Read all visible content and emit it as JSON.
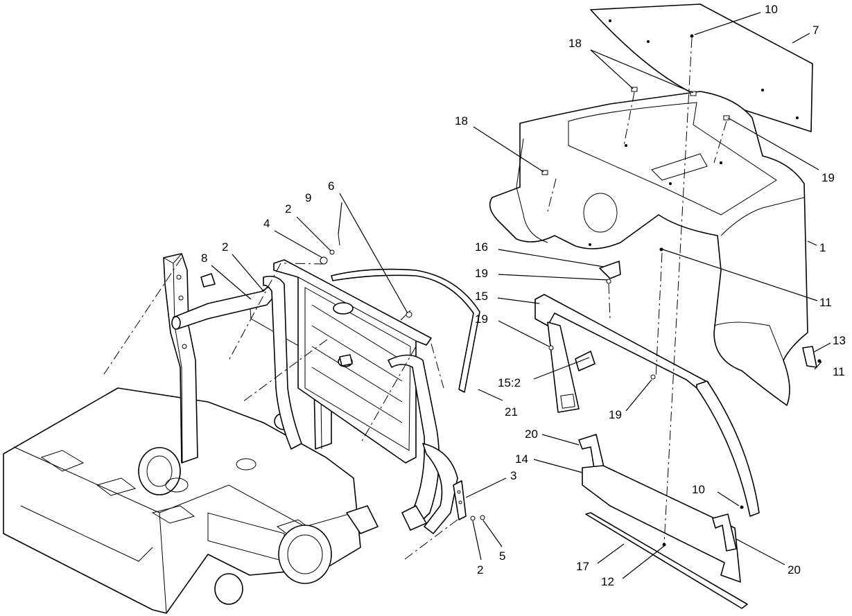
{
  "callouts": [
    {
      "id": "c-10-top",
      "text": "10"
    },
    {
      "id": "c-7",
      "text": "7"
    },
    {
      "id": "c-18-top",
      "text": "18"
    },
    {
      "id": "c-18-left",
      "text": "18"
    },
    {
      "id": "c-19-right",
      "text": "19"
    },
    {
      "id": "c-1",
      "text": "1"
    },
    {
      "id": "c-6",
      "text": "6"
    },
    {
      "id": "c-9",
      "text": "9"
    },
    {
      "id": "c-2-top",
      "text": "2"
    },
    {
      "id": "c-4",
      "text": "4"
    },
    {
      "id": "c-2-mid",
      "text": "2"
    },
    {
      "id": "c-8",
      "text": "8"
    },
    {
      "id": "c-16",
      "text": "16"
    },
    {
      "id": "c-19-a",
      "text": "19"
    },
    {
      "id": "c-15",
      "text": "15"
    },
    {
      "id": "c-11-upper",
      "text": "11"
    },
    {
      "id": "c-19-b",
      "text": "19"
    },
    {
      "id": "c-13",
      "text": "13"
    },
    {
      "id": "c-11-lower",
      "text": "11"
    },
    {
      "id": "c-15-2",
      "text": "15:2"
    },
    {
      "id": "c-21",
      "text": "21"
    },
    {
      "id": "c-19-c",
      "text": "19"
    },
    {
      "id": "c-20-upper",
      "text": "20"
    },
    {
      "id": "c-14",
      "text": "14"
    },
    {
      "id": "c-3",
      "text": "3"
    },
    {
      "id": "c-10-lower",
      "text": "10"
    },
    {
      "id": "c-2-bottom",
      "text": "2"
    },
    {
      "id": "c-5",
      "text": "5"
    },
    {
      "id": "c-17",
      "text": "17"
    },
    {
      "id": "c-12",
      "text": "12"
    },
    {
      "id": "c-20-lower",
      "text": "20"
    }
  ]
}
